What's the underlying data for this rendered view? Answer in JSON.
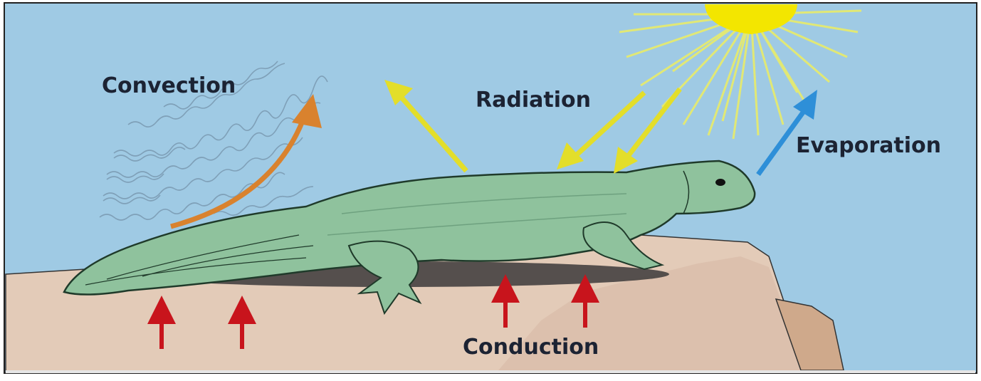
{
  "labels": {
    "convection": "Convection",
    "radiation": "Radiation",
    "evaporation": "Evaporation",
    "conduction": "Conduction"
  },
  "colors": {
    "sky": "#9fcae4",
    "rock": "#e3cbb8",
    "rock_shadow": "#cfa98b",
    "lizard": "#8fc29d",
    "lizard_dark": "#6ea17f",
    "sun": "#f3e600",
    "sun_rays": "#e9ec6a",
    "radiation_arrow": "#e3de2a",
    "convection_arrow": "#d9822e",
    "evaporation_arrow": "#2e8fd8",
    "conduction_arrow": "#c8141c",
    "air_lines": "#7fa0b8",
    "text": "#1c2333"
  },
  "icons": {
    "sun": "sun-icon",
    "lizard": "lizard-icon",
    "rock": "rock-cliff"
  }
}
